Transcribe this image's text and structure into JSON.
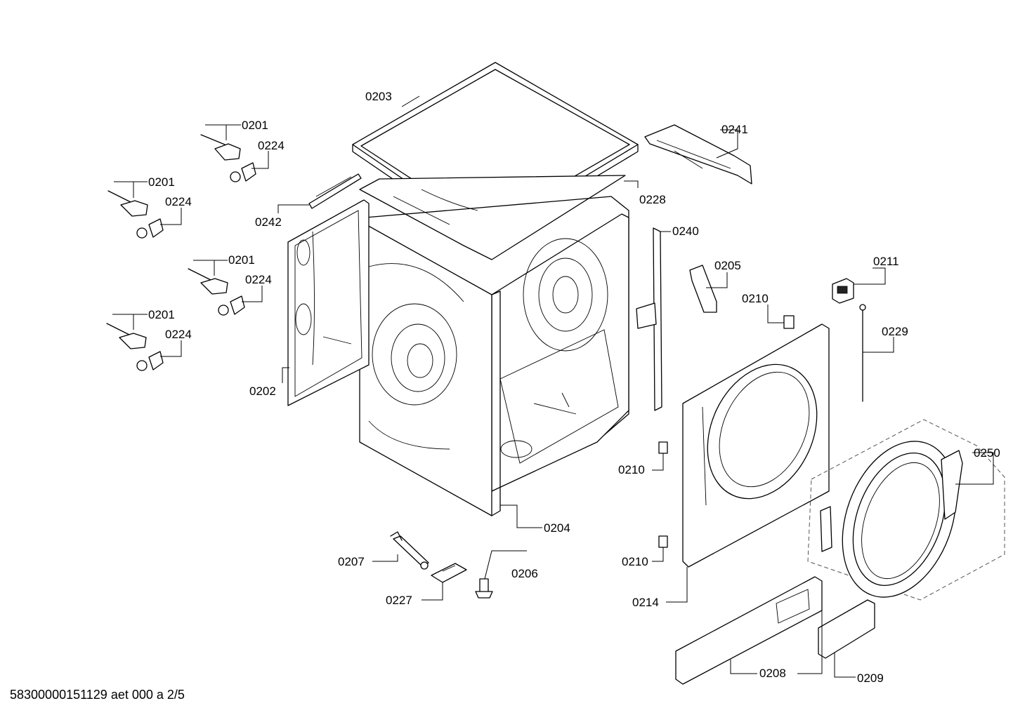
{
  "labels": {
    "p0203": "0203",
    "p0201a": "0201",
    "p0224a": "0224",
    "p0201b": "0201",
    "p0224b": "0224",
    "p0201c": "0201",
    "p0224c": "0224",
    "p0201d": "0201",
    "p0224d": "0224",
    "p0241": "0241",
    "p0228": "0228",
    "p0242": "0242",
    "p0240": "0240",
    "p0205": "0205",
    "p0211": "0211",
    "p0210a": "0210",
    "p0229": "0229",
    "p0202": "0202",
    "p0250": "0250",
    "p0210b": "0210",
    "p0204": "0204",
    "p0210c": "0210",
    "p0207": "0207",
    "p0206": "0206",
    "p0227": "0227",
    "p0214": "0214",
    "p0208": "0208",
    "p0209": "0209"
  },
  "footer": {
    "code": "58300000151129 aet 000 a 2/5"
  }
}
